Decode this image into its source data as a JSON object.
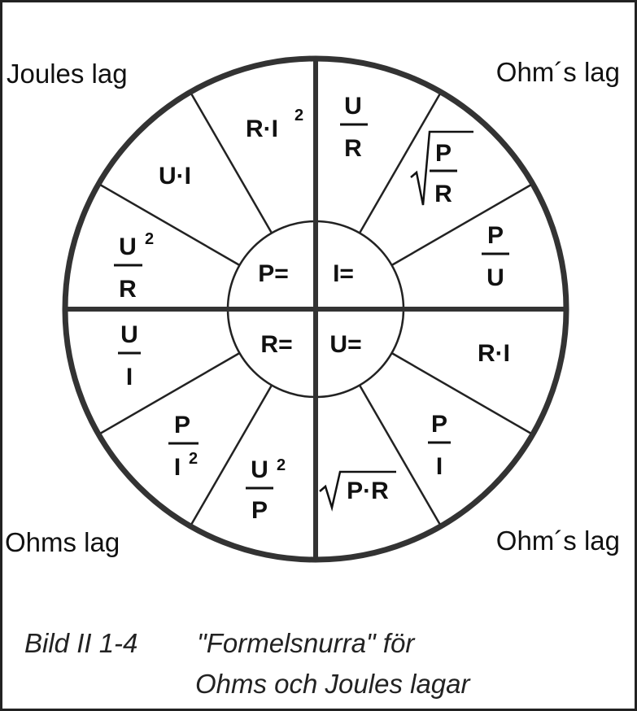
{
  "corners": {
    "top_left": "Joules lag",
    "top_right": "Ohm´s lag",
    "bottom_left": "Ohms lag",
    "bottom_right": "Ohm´s lag"
  },
  "center": {
    "power": "P=",
    "current": "I=",
    "resistance": "R=",
    "voltage": "U="
  },
  "quadrants": {
    "power": {
      "r_i_squared": {
        "base": "R·I",
        "exp": "2"
      },
      "u_times_i": "U·I",
      "u_squared_over_r": {
        "num": "U",
        "den": "R",
        "exp": "2"
      }
    },
    "current": {
      "u_over_r": {
        "num": "U",
        "den": "R"
      },
      "sqrt_p_over_r": {
        "num": "P",
        "den": "R"
      },
      "p_over_u": {
        "num": "P",
        "den": "U"
      }
    },
    "resistance": {
      "u_over_i": {
        "num": "U",
        "den": "I"
      },
      "p_over_i_squared": {
        "num": "P",
        "den": "I",
        "exp": "2"
      },
      "u_squared_over_p": {
        "num": "U",
        "den": "P",
        "exp": "2"
      }
    },
    "voltage": {
      "r_times_i": "R·I",
      "p_over_i": {
        "num": "P",
        "den": "I"
      },
      "sqrt_p_times_r": "P·R"
    }
  },
  "caption": {
    "line1_number": "Bild II 1-4",
    "line1_text": "\"Formelsnurra\" för",
    "line2_text": "Ohms och Joules lagar"
  }
}
